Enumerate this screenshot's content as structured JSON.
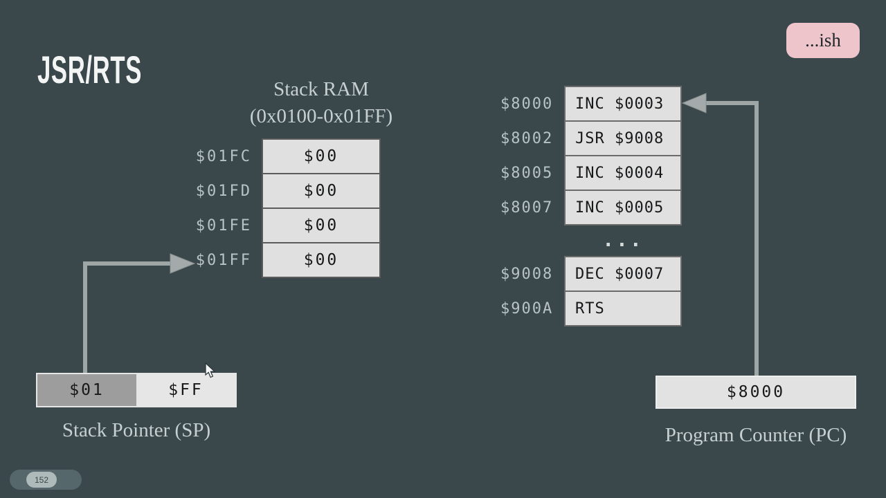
{
  "slide": {
    "title": "JSR/RTS",
    "badge_label": "...ish",
    "page_indicator": "152"
  },
  "stack_ram": {
    "heading_line1": "Stack RAM",
    "heading_line2": "(0x0100-0x01FF)",
    "rows": [
      {
        "address": "$01FC",
        "value": "$00"
      },
      {
        "address": "$01FD",
        "value": "$00"
      },
      {
        "address": "$01FE",
        "value": "$00"
      },
      {
        "address": "$01FF",
        "value": "$00"
      }
    ]
  },
  "program": {
    "rows_top": [
      {
        "address": "$8000",
        "instruction": "INC $0003"
      },
      {
        "address": "$8002",
        "instruction": "JSR $9008"
      },
      {
        "address": "$8005",
        "instruction": "INC $0004"
      },
      {
        "address": "$8007",
        "instruction": "INC $0005"
      }
    ],
    "ellipsis": "...",
    "rows_bottom": [
      {
        "address": "$9008",
        "instruction": "DEC $0007"
      },
      {
        "address": "$900A",
        "instruction": "RTS"
      }
    ]
  },
  "stack_pointer": {
    "label": "Stack Pointer (SP)",
    "high_byte": "$01",
    "low_byte": "$FF"
  },
  "program_counter": {
    "label": "Program Counter (PC)",
    "value": "$8000"
  },
  "colors": {
    "background": "#3a474b",
    "cell_bg": "#e0e0e0",
    "cell_border": "#5b5b5b",
    "sp_high_bg": "#9d9d9d",
    "label_text": "#c7d0d1",
    "arrow": "#9fa6a6",
    "badge_bg": "#edc5ca"
  }
}
